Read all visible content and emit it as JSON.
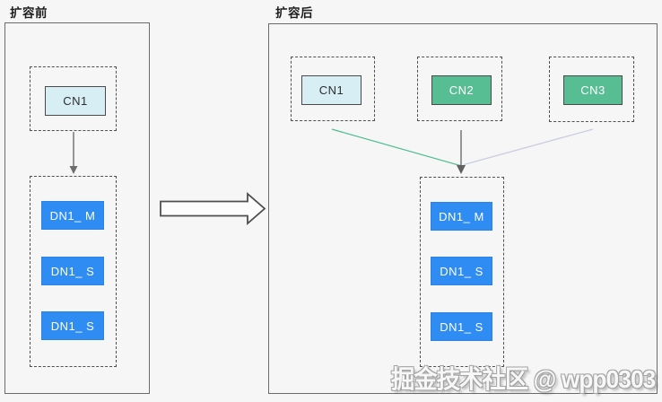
{
  "watermark": "掘金技术社区 @ wpp0303",
  "panels": {
    "before": {
      "title": "扩容前",
      "cn_nodes": [
        {
          "label": "CN1"
        }
      ],
      "dn_nodes": [
        {
          "label": "DN1_ M"
        },
        {
          "label": "DN1_ S"
        },
        {
          "label": "DN1_ S"
        }
      ]
    },
    "after": {
      "title": "扩容后",
      "cn_nodes": [
        {
          "label": "CN1"
        },
        {
          "label": "CN2"
        },
        {
          "label": "CN3"
        }
      ],
      "dn_nodes": [
        {
          "label": "DN1_ M"
        },
        {
          "label": "DN1_ S"
        },
        {
          "label": "DN1_ S"
        }
      ]
    }
  },
  "colors": {
    "background": "#f6f6f7",
    "existing_cn_fill": "#d8eef5",
    "new_cn_fill": "#57bd93",
    "dn_fill": "#2f8cf2",
    "link_green": "#4fbd8f",
    "link_gray": "#6e6e6e",
    "link_lavender": "#c9cde0"
  }
}
